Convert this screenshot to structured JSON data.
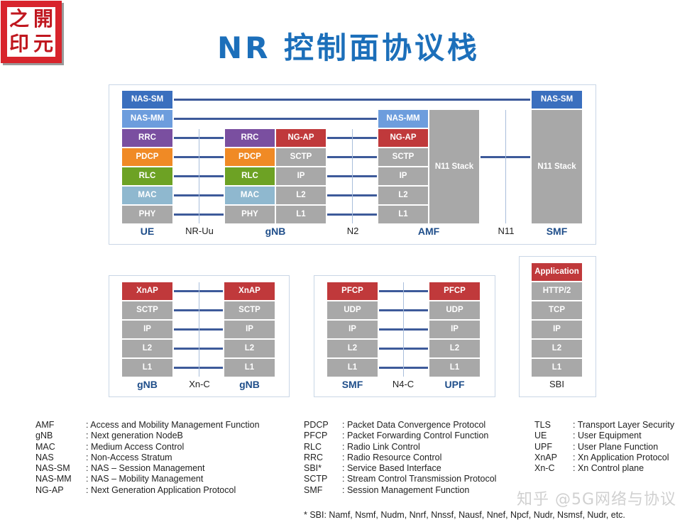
{
  "logo": {
    "chars": [
      "之",
      "開",
      "印",
      "元"
    ]
  },
  "title": "NR 控制面协议栈",
  "colors": {
    "title": "#1c6fba",
    "nas_sm": "#3a6fbe",
    "nas_mm": "#6d9ddd",
    "rrc": "#7a4fa0",
    "pdcp": "#f08a25",
    "rlc": "#6da224",
    "mac": "#8fb8cf",
    "gray": "#a8a8a8",
    "red": "#c0393b",
    "link": "#3d5a9a"
  },
  "top_panel": {
    "ue": {
      "label": "UE",
      "layers": [
        "NAS-SM",
        "NAS-MM",
        "RRC",
        "PDCP",
        "RLC",
        "MAC",
        "PHY"
      ]
    },
    "gnb": {
      "label": "gNB",
      "left_layers": [
        "RRC",
        "PDCP",
        "RLC",
        "MAC",
        "PHY"
      ],
      "right_layers": [
        "NG-AP",
        "SCTP",
        "IP",
        "L2",
        "L1"
      ]
    },
    "amf": {
      "label": "AMF",
      "layers": [
        "NAS-MM",
        "NG-AP",
        "SCTP",
        "IP",
        "L2",
        "L1"
      ],
      "stack": "N11 Stack"
    },
    "smf": {
      "label": "SMF",
      "layers": [
        "NAS-SM"
      ],
      "stack": "N11 Stack"
    },
    "interfaces": [
      "NR-Uu",
      "N2",
      "N11"
    ]
  },
  "xn_panel": {
    "left": {
      "label": "gNB",
      "layers": [
        "XnAP",
        "SCTP",
        "IP",
        "L2",
        "L1"
      ]
    },
    "right": {
      "label": "gNB",
      "layers": [
        "XnAP",
        "SCTP",
        "IP",
        "L2",
        "L1"
      ]
    },
    "interface": "Xn-C"
  },
  "n4_panel": {
    "left": {
      "label": "SMF",
      "layers": [
        "PFCP",
        "UDP",
        "IP",
        "L2",
        "L1"
      ]
    },
    "right": {
      "label": "UPF",
      "layers": [
        "PFCP",
        "UDP",
        "IP",
        "L2",
        "L1"
      ]
    },
    "interface": "N4-C"
  },
  "sbi_panel": {
    "label": "SBI",
    "layers": [
      "Application",
      "HTTP/2",
      "TCP",
      "IP",
      "L2",
      "L1"
    ]
  },
  "legend": {
    "col1": [
      {
        "abbr": "AMF",
        "desc": ": Access and Mobility Management Function"
      },
      {
        "abbr": "gNB",
        "desc": ": Next generation NodeB"
      },
      {
        "abbr": "MAC",
        "desc": ": Medium Access Control"
      },
      {
        "abbr": "NAS",
        "desc": ": Non-Access Stratum"
      },
      {
        "abbr": "NAS-SM",
        "desc": ": NAS – Session Management"
      },
      {
        "abbr": "NAS-MM",
        "desc": ": NAS – Mobility Management"
      },
      {
        "abbr": "NG-AP",
        "desc": ": Next Generation Application Protocol"
      }
    ],
    "col2": [
      {
        "abbr": "PDCP",
        "desc": ": Packet Data Convergence Protocol"
      },
      {
        "abbr": "PFCP",
        "desc": ": Packet Forwarding Control Function"
      },
      {
        "abbr": "RLC",
        "desc": ": Radio Link Control"
      },
      {
        "abbr": "RRC",
        "desc": ": Radio Resource Control"
      },
      {
        "abbr": "SBI*",
        "desc": ": Service Based Interface"
      },
      {
        "abbr": "SCTP",
        "desc": ": Stream Control Transmission Protocol"
      },
      {
        "abbr": "SMF",
        "desc": ": Session Management Function"
      }
    ],
    "col3": [
      {
        "abbr": "TLS",
        "desc": ": Transport Layer Security"
      },
      {
        "abbr": "UE",
        "desc": ": User Equipment"
      },
      {
        "abbr": "UPF",
        "desc": ": User Plane Function"
      },
      {
        "abbr": "XnAP",
        "desc": ": Xn Application Protocol"
      },
      {
        "abbr": "Xn-C",
        "desc": ": Xn Control plane"
      }
    ]
  },
  "footnote": "* SBI: Namf, Nsmf, Nudm, Nnrf, Nnssf, Nausf, Nnef, Npcf, Nudr, Nsmsf, Nudr, etc.",
  "watermark": "知乎 @5G网络与协议"
}
